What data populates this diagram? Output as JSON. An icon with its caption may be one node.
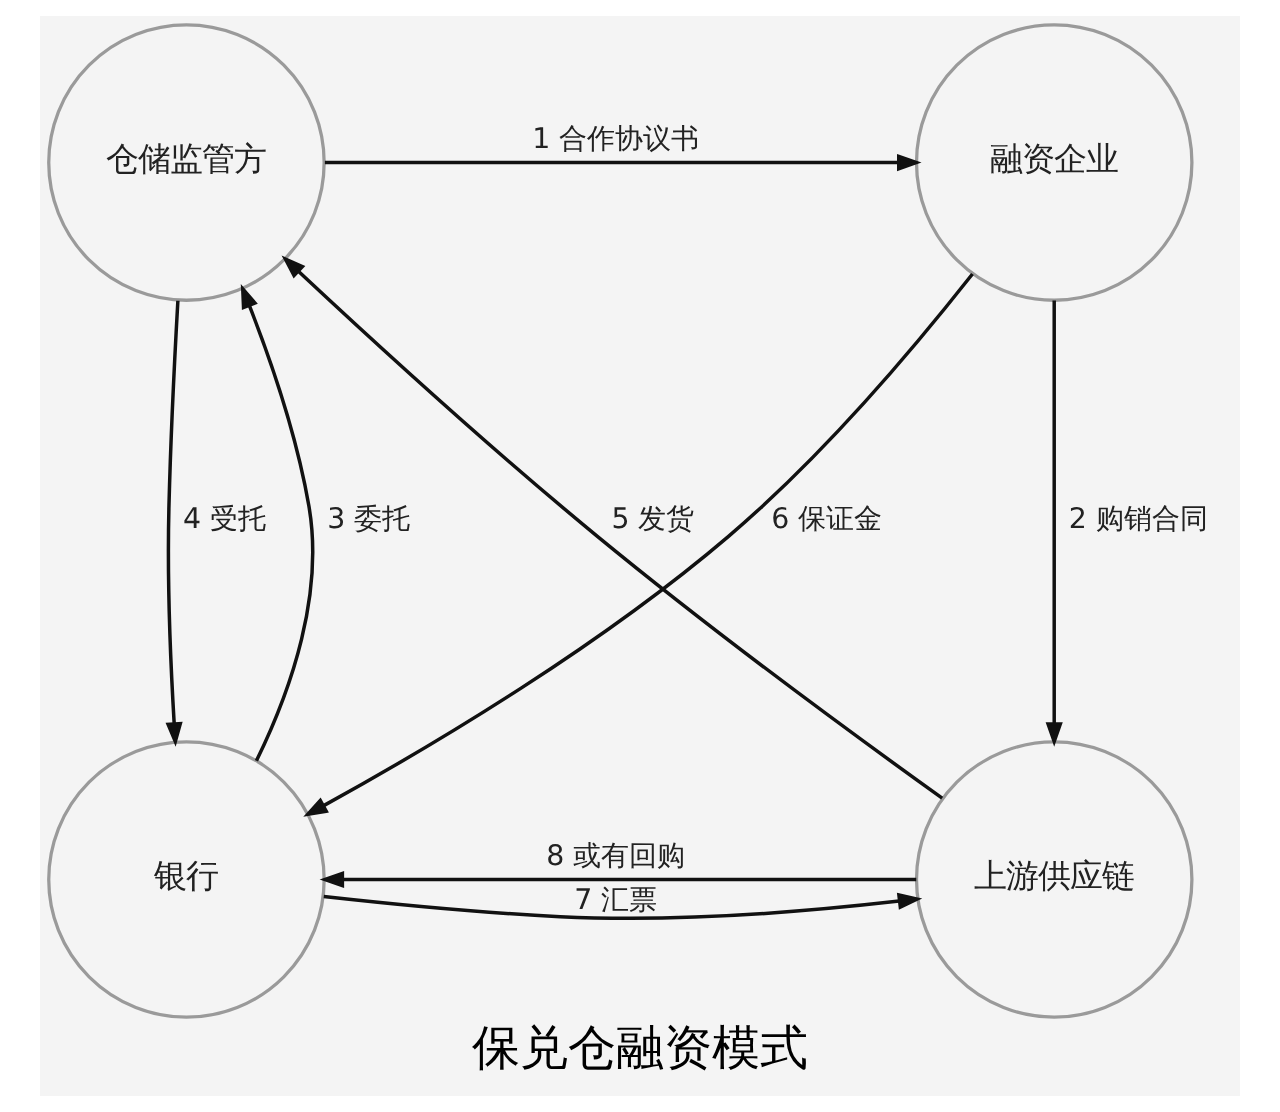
{
  "diagram": {
    "caption": "保兑仓融资模式",
    "nodes": [
      {
        "text": [
          "仓储监管方"
        ]
      },
      {
        "text": [
          "融资企业"
        ]
      },
      {
        "text": [
          "银行"
        ]
      },
      {
        "text": [
          "上游供应链"
        ]
      }
    ],
    "edges": [
      {
        "from": 0,
        "to": 1,
        "arrow": "to",
        "label": "1 合作协议书"
      },
      {
        "from": 1,
        "to": 3,
        "arrow": "to",
        "label": "2 购销合同"
      },
      {
        "from": 2,
        "to": 0,
        "arrow": "to",
        "label": "3 委托"
      },
      {
        "from": 0,
        "to": 2,
        "arrow": "to",
        "label": "4 受托"
      },
      {
        "from": 3,
        "to": 0,
        "arrow": "to",
        "label": "5 发货"
      },
      {
        "from": 1,
        "to": 2,
        "arrow": "to",
        "label": "6 保证金"
      },
      {
        "from": 2,
        "to": 3,
        "arrow": "to",
        "label": "7 汇票"
      },
      {
        "from": 3,
        "to": 2,
        "arrow": "to",
        "label": "8 或有回购"
      }
    ]
  }
}
